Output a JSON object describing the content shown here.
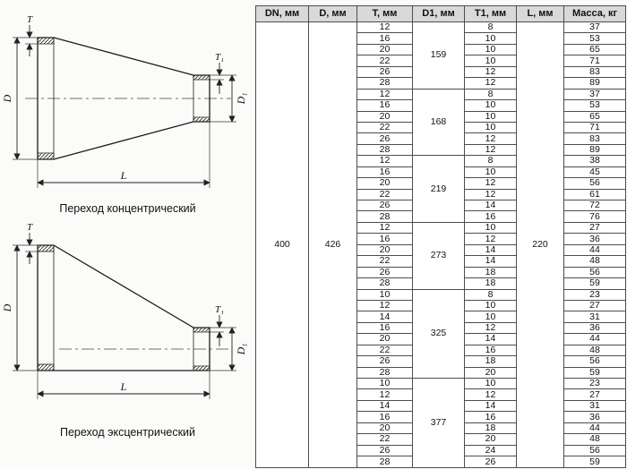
{
  "figures": [
    {
      "caption": "Переход концентрический",
      "labels": {
        "t": "T",
        "t1": "T₁",
        "d": "D",
        "d1": "D₁",
        "l": "L"
      }
    },
    {
      "caption": "Переход эксцентрический",
      "labels": {
        "t": "T",
        "t1": "T₁",
        "d": "D",
        "d1": "D₁",
        "l": "L"
      }
    }
  ],
  "table": {
    "headers": [
      "DN, мм",
      "D, мм",
      "T, мм",
      "D1, мм",
      "T1, мм",
      "L, мм",
      "Масса, кг"
    ],
    "dn": "400",
    "d": "426",
    "l": "220",
    "groups": [
      {
        "d1": "159",
        "rows": [
          [
            "12",
            "8",
            "37"
          ],
          [
            "16",
            "10",
            "53"
          ],
          [
            "20",
            "10",
            "65"
          ],
          [
            "22",
            "10",
            "71"
          ],
          [
            "26",
            "12",
            "83"
          ],
          [
            "28",
            "12",
            "89"
          ]
        ]
      },
      {
        "d1": "168",
        "rows": [
          [
            "12",
            "8",
            "37"
          ],
          [
            "16",
            "10",
            "53"
          ],
          [
            "20",
            "10",
            "65"
          ],
          [
            "22",
            "10",
            "71"
          ],
          [
            "26",
            "12",
            "83"
          ],
          [
            "28",
            "12",
            "89"
          ]
        ]
      },
      {
        "d1": "219",
        "rows": [
          [
            "12",
            "8",
            "38"
          ],
          [
            "16",
            "10",
            "45"
          ],
          [
            "20",
            "12",
            "56"
          ],
          [
            "22",
            "12",
            "61"
          ],
          [
            "26",
            "14",
            "72"
          ],
          [
            "28",
            "16",
            "76"
          ]
        ]
      },
      {
        "d1": "273",
        "rows": [
          [
            "12",
            "10",
            "27"
          ],
          [
            "16",
            "12",
            "36"
          ],
          [
            "20",
            "14",
            "44"
          ],
          [
            "22",
            "14",
            "48"
          ],
          [
            "26",
            "18",
            "56"
          ],
          [
            "28",
            "18",
            "59"
          ]
        ]
      },
      {
        "d1": "325",
        "rows": [
          [
            "10",
            "8",
            "23"
          ],
          [
            "12",
            "10",
            "27"
          ],
          [
            "14",
            "10",
            "31"
          ],
          [
            "16",
            "12",
            "36"
          ],
          [
            "20",
            "14",
            "44"
          ],
          [
            "22",
            "16",
            "48"
          ],
          [
            "26",
            "18",
            "56"
          ],
          [
            "28",
            "20",
            "59"
          ]
        ]
      },
      {
        "d1": "377",
        "rows": [
          [
            "10",
            "10",
            "23"
          ],
          [
            "12",
            "12",
            "27"
          ],
          [
            "14",
            "14",
            "31"
          ],
          [
            "16",
            "16",
            "36"
          ],
          [
            "20",
            "18",
            "44"
          ],
          [
            "22",
            "20",
            "48"
          ],
          [
            "26",
            "24",
            "56"
          ],
          [
            "28",
            "26",
            "59"
          ]
        ]
      }
    ]
  }
}
